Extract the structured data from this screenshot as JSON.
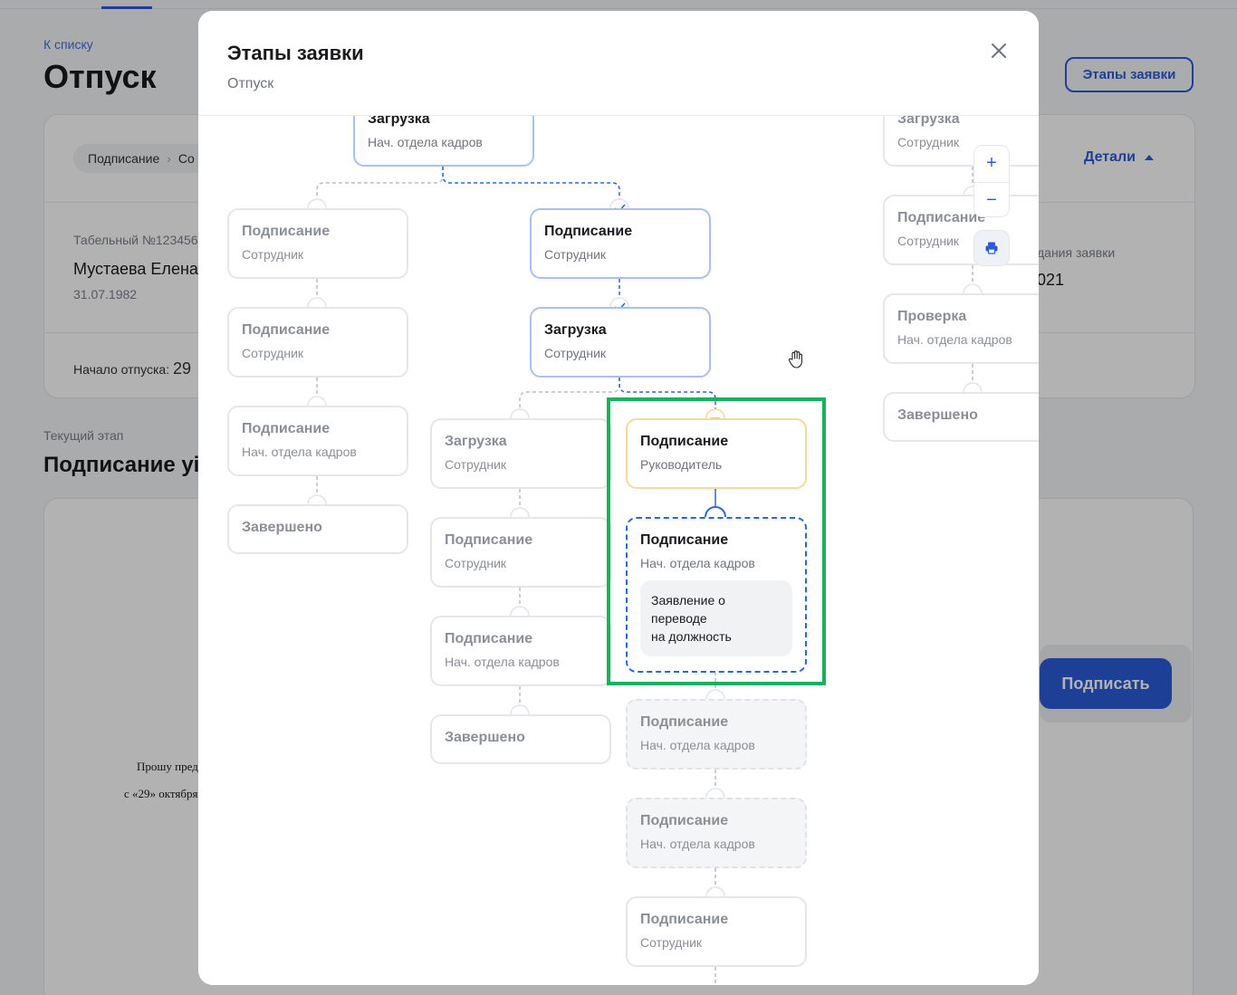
{
  "background": {
    "back_link": "К списку",
    "page_title": "Отпуск",
    "stages_button": "Этапы заявки",
    "breadcrumb": {
      "item1": "Подписание",
      "item2": "Со"
    },
    "details_label": "Детали",
    "employee": {
      "tab_number": "Табельный №123456",
      "name": "Мустаева Елена",
      "birth_date": "31.07.1982"
    },
    "created": {
      "label": "дания заявки",
      "value": "021"
    },
    "vacation_start": {
      "label": "Начало отпуска:",
      "value": "29"
    },
    "current_stage": {
      "label": "Текущий этап",
      "value": "Подписание уі"
    },
    "document": {
      "line1": "Прошу пред",
      "line2": "с «29» октября"
    },
    "sign_button": "Подписать"
  },
  "modal": {
    "title": "Этапы заявки",
    "subtitle": "Отпуск",
    "nodes": {
      "top": {
        "title": "Загрузка",
        "sub": "Нач. отдела кадров"
      },
      "c1": [
        {
          "title": "Подписание",
          "sub": "Сотрудник"
        },
        {
          "title": "Подписание",
          "sub": "Сотрудник"
        },
        {
          "title": "Подписание",
          "sub": "Нач. отдела кадров"
        },
        {
          "title": "Завершено"
        }
      ],
      "c2": [
        {
          "title": "Подписание",
          "sub": "Сотрудник"
        },
        {
          "title": "Загрузка",
          "sub": "Сотрудник"
        }
      ],
      "c2l": [
        {
          "title": "Загрузка",
          "sub": "Сотрудник"
        },
        {
          "title": "Подписание",
          "sub": "Сотрудник"
        },
        {
          "title": "Подписание",
          "sub": "Нач. отдела кадров"
        },
        {
          "title": "Завершено"
        }
      ],
      "c3": [
        {
          "title": "Подписание",
          "sub": "Руководитель"
        },
        {
          "title": "Подписание",
          "sub": "Нач. отдела кадров",
          "doc": "Заявление о\nпереводе\nна должность"
        },
        {
          "title": "Подписание",
          "sub": "Нач. отдела кадров"
        },
        {
          "title": "Подписание",
          "sub": "Нач. отдела кадров"
        },
        {
          "title": "Подписание",
          "sub": "Сотрудник"
        }
      ],
      "c4": [
        {
          "title": "Загрузка",
          "sub": "Сотрудник"
        },
        {
          "title": "Подписание",
          "sub": "Сотрудник"
        },
        {
          "title": "Проверка",
          "sub": "Нач. отдела кадров"
        },
        {
          "title": "Завершено"
        }
      ]
    },
    "controls": {
      "zoom_in": "+",
      "zoom_out": "−"
    }
  },
  "colors": {
    "accent": "#2a5bd7",
    "highlight": "#17b25c",
    "active_border": "#a9c1f2",
    "current_border": "#f6d9a0"
  }
}
